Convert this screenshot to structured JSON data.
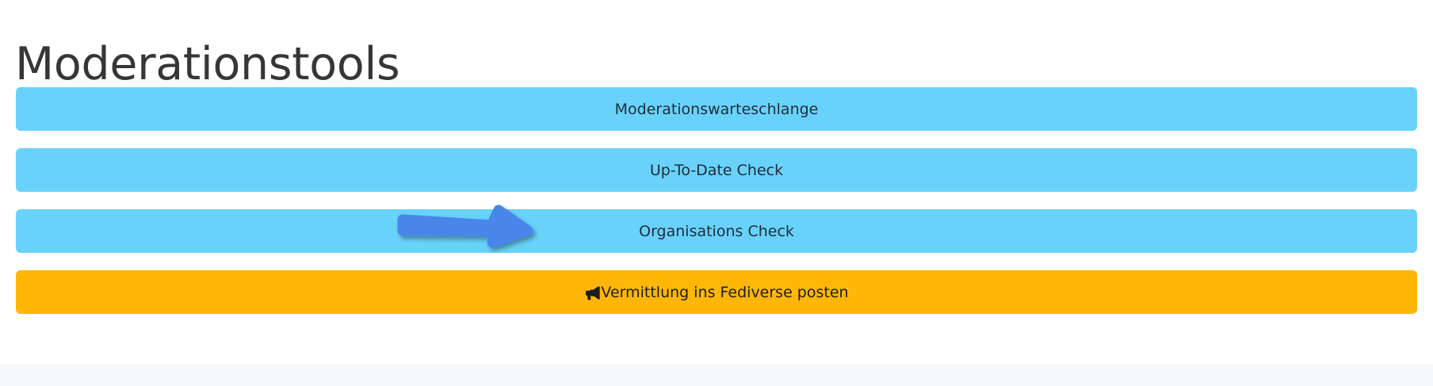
{
  "page": {
    "title": "Moderationstools",
    "background_color": "#ffffff",
    "title_color": "#363636",
    "bottom_strip_color": "#f8f9fa"
  },
  "buttons": [
    {
      "label": "Moderationswarteschlange",
      "color": "#69d2fb",
      "text_color": "#1f2d3a",
      "icon": null
    },
    {
      "label": "Up-To-Date Check",
      "color": "#69d2fb",
      "text_color": "#1f2d3a",
      "icon": null
    },
    {
      "label": "Organisations Check",
      "color": "#69d2fb",
      "text_color": "#1f2d3a",
      "icon": null
    },
    {
      "label": "Vermittlung ins Fediverse posten",
      "color": "#ffb606",
      "text_color": "#1d1d1b",
      "icon": "megaphone-icon"
    }
  ],
  "annotation": {
    "type": "arrow",
    "direction": "right",
    "color": "#4a86ea",
    "points_at": "Organisations Check"
  }
}
